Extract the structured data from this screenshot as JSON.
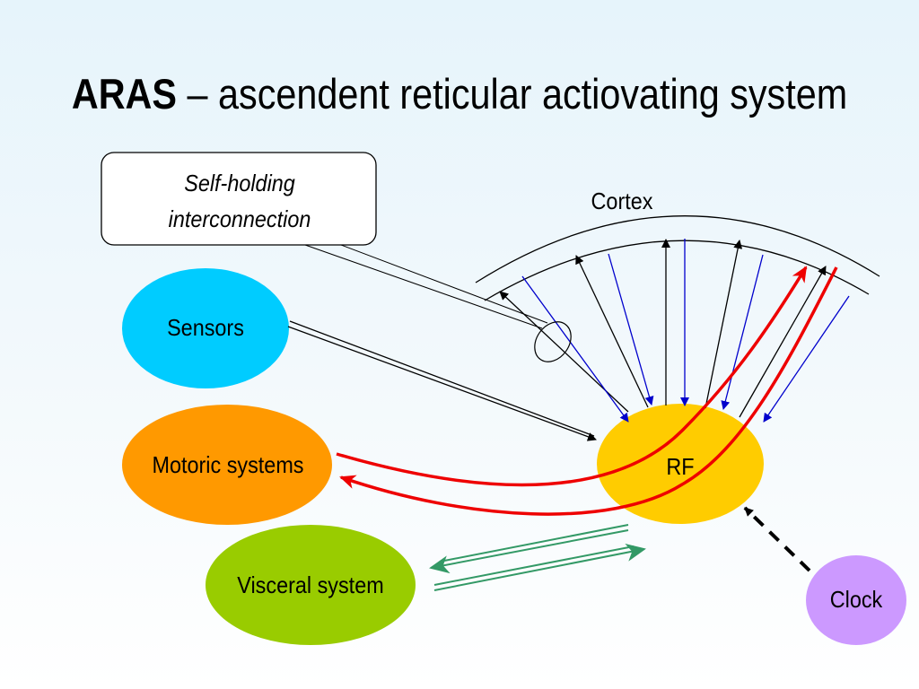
{
  "title": {
    "bold": "ARAS",
    "rest": " – ascendent reticular actiovating system"
  },
  "callout": {
    "line1": "Self-holding",
    "line2": "interconnection"
  },
  "nodes": {
    "cortex": "Cortex",
    "sensors": "Sensors",
    "motoric": "Motoric systems",
    "visceral": "Visceral system",
    "rf": "RF",
    "clock": "Clock"
  },
  "colors": {
    "sensors": "#00ccff",
    "motoric": "#ff9900",
    "visceral": "#99cc00",
    "rf": "#ffcc00",
    "clock": "#cc99ff",
    "red_arrow": "#ee0000",
    "green_arrow": "#339966",
    "blue_arrow": "#0000cc"
  }
}
